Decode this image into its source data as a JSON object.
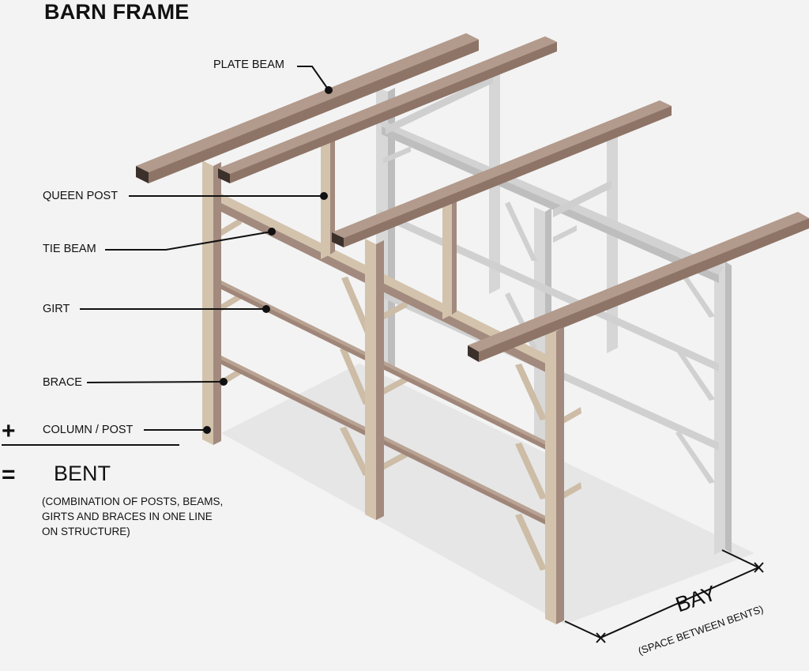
{
  "title": "BARN FRAME",
  "labels": {
    "plate_beam": "PLATE BEAM",
    "queen_post": "QUEEN POST",
    "tie_beam": "TIE BEAM",
    "girt": "GIRT",
    "brace": "BRACE",
    "column_post": "COLUMN / POST"
  },
  "equation": {
    "plus": "+",
    "equals": "=",
    "result": "BENT",
    "result_description": "(COMBINATION OF POSTS, BEAMS, GIRTS AND BRACES IN ONE LINE ON STRUCTURE)"
  },
  "bay": {
    "label": "BAY",
    "description": "(SPACE BETWEEN BENTS)"
  },
  "colors": {
    "timber_front": "#d3c3ad",
    "timber_side": "#a38a7e",
    "timber_dark": "#7b6558",
    "frame_back": "#d4d4d4",
    "frame_back_side": "#b9b9b9",
    "shadow": "#e6e6e6",
    "background": "#f3f3f3"
  }
}
